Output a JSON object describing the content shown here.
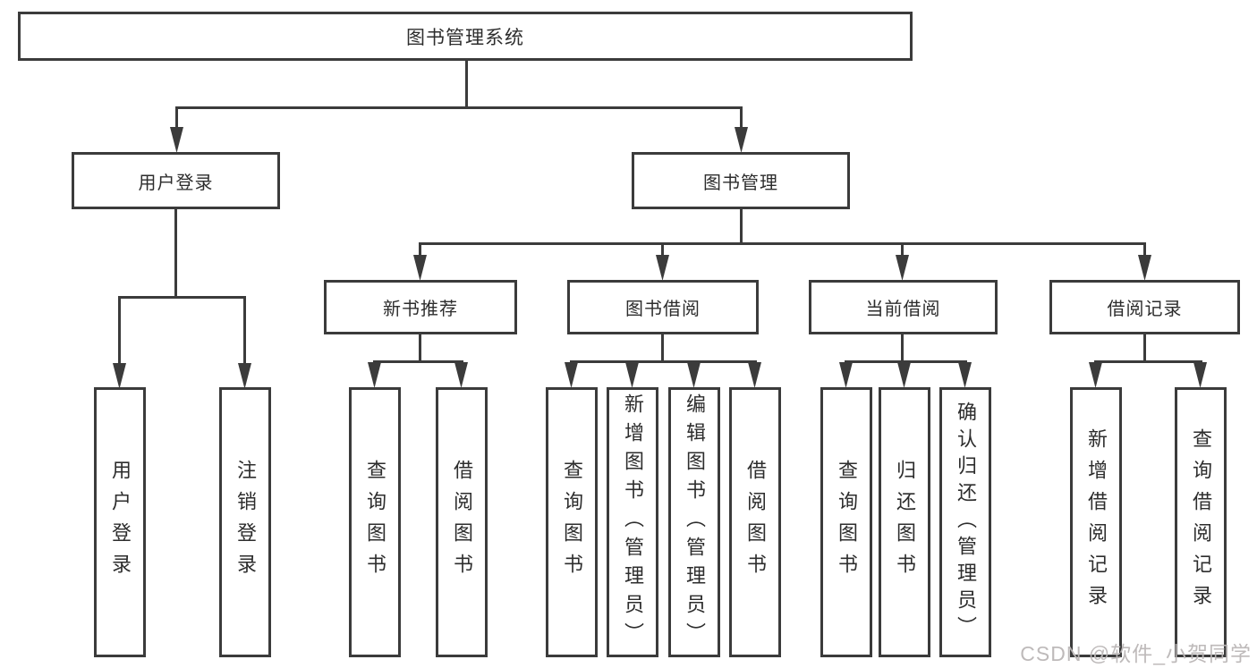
{
  "diagram": {
    "root": {
      "label": "图书管理系统"
    },
    "level2": [
      {
        "label": "用户登录",
        "children": [
          {
            "label": "用户登录"
          },
          {
            "label": "注销登录"
          }
        ]
      },
      {
        "label": "图书管理",
        "children": [
          {
            "label": "新书推荐",
            "children": [
              {
                "label": "查询图书"
              },
              {
                "label": "借阅图书"
              }
            ]
          },
          {
            "label": "图书借阅",
            "children": [
              {
                "label": "查询图书"
              },
              {
                "label": "新增图书（管理员）"
              },
              {
                "label": "编辑图书（管理员）"
              },
              {
                "label": "借阅图书"
              }
            ]
          },
          {
            "label": "当前借阅",
            "children": [
              {
                "label": "查询图书"
              },
              {
                "label": "归还图书"
              },
              {
                "label": "确认归还（管理员）"
              }
            ]
          },
          {
            "label": "借阅记录",
            "children": [
              {
                "label": "新增借阅记录"
              },
              {
                "label": "查询借阅记录"
              }
            ]
          }
        ]
      }
    ]
  },
  "watermark": {
    "text": "CSDN @软件_小贺同学"
  },
  "colors": {
    "line": "#3b3b3b",
    "text": "#2d2d2d",
    "watermark": "#bab6b6"
  }
}
